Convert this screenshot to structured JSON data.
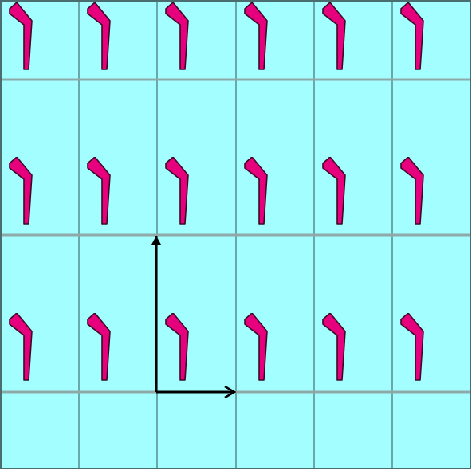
{
  "figure": {
    "background_color": "#a3ffff",
    "border_color": "#4a6e70",
    "vertical_line_color": "#4d7a7b",
    "horizontal_line_color": "#8fa8a8",
    "motif_fill_color": "#e6007e",
    "motif_stroke_color": "#3a0a22",
    "arrow_color": "#000000",
    "columns": 6,
    "motif_rows": 3,
    "motif_icon": "magenta-bent-bar-icon",
    "vectors": [
      {
        "name": "lattice-vector-horizontal",
        "direction": "right",
        "length_in_cells": 1
      },
      {
        "name": "lattice-vector-vertical",
        "direction": "up",
        "length_in_cells": 1
      }
    ]
  }
}
